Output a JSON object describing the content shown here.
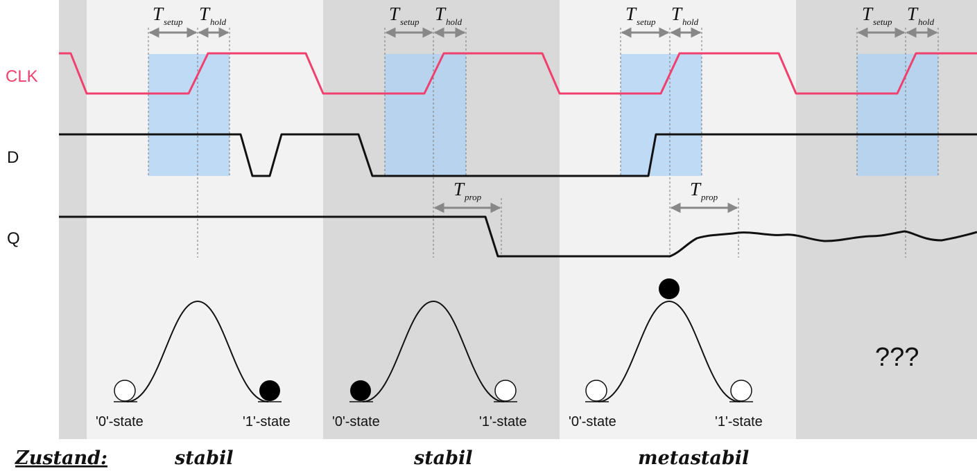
{
  "signals": {
    "clk": "CLK",
    "d": "D",
    "q": "Q"
  },
  "timing": {
    "t": "T",
    "setup": "setup",
    "hold": "hold",
    "prop": "prop"
  },
  "states": {
    "zero": "'0'-state",
    "one": "'1'-state"
  },
  "unknown": "???",
  "footer": {
    "heading": "Zustand:",
    "states": [
      "stabil",
      "stabil",
      "metastabil"
    ]
  },
  "colors": {
    "clk": "#f0406e",
    "window": "#aad0f5",
    "band_light": "#f2f2f2",
    "band_dark": "#d9d9d9",
    "arrow": "#888888"
  }
}
